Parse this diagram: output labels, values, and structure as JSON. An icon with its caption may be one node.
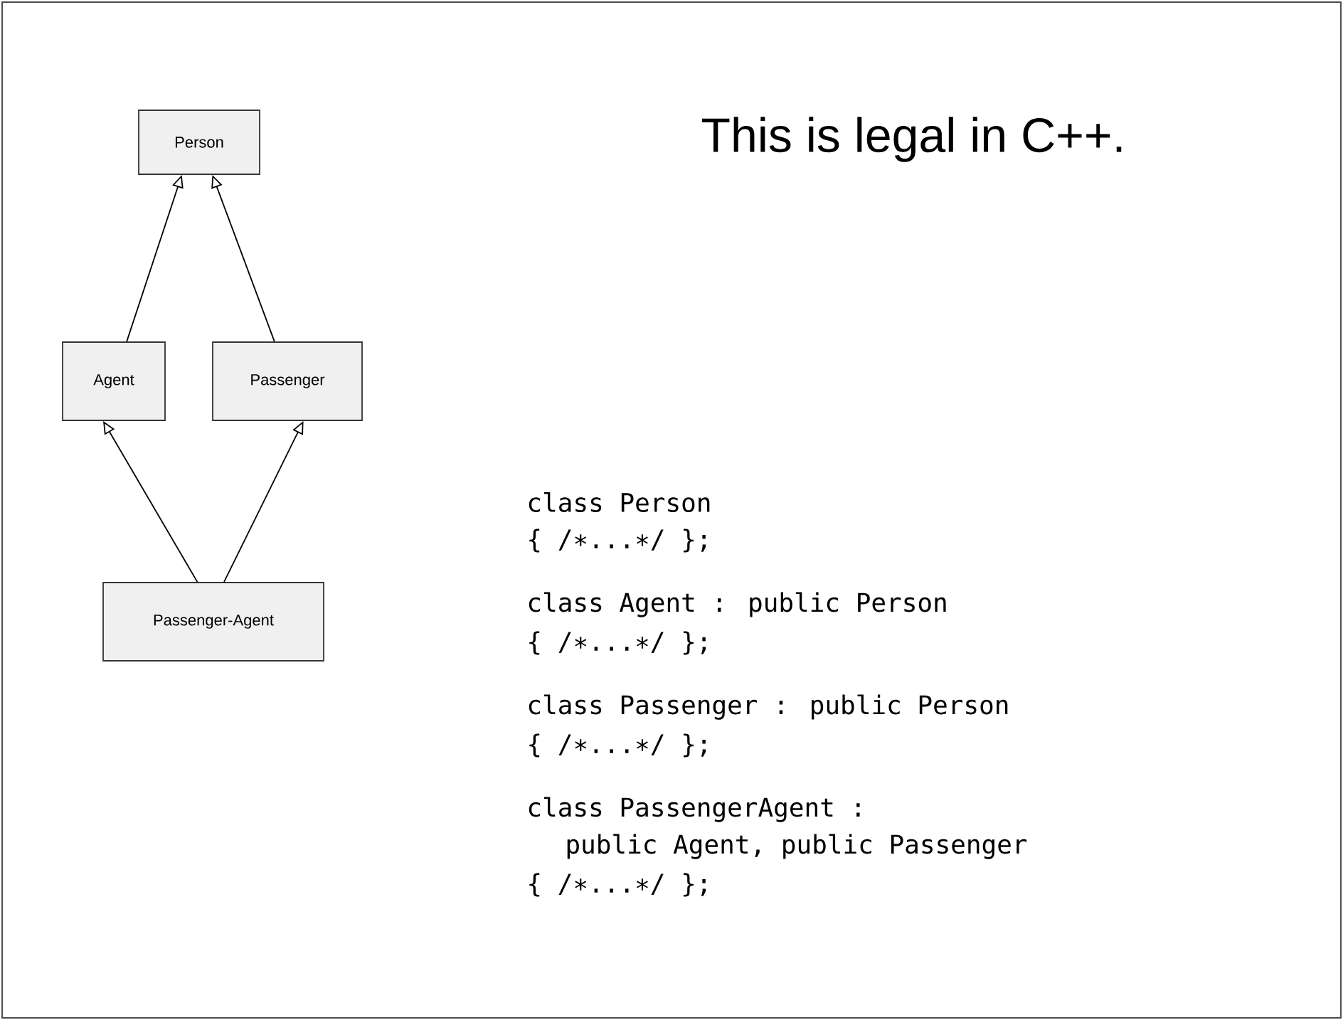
{
  "diagram": {
    "title": "This is legal in C++.",
    "nodes": [
      {
        "text": [
          "Person"
        ]
      },
      {
        "text": [
          "Agent"
        ]
      },
      {
        "text": [
          "Passenger"
        ]
      },
      {
        "text": [
          "Passenger-Agent"
        ]
      }
    ],
    "edges": [
      {
        "from": 1,
        "to": 0,
        "arrow": "to"
      },
      {
        "from": 2,
        "to": 0,
        "arrow": "to"
      },
      {
        "from": 3,
        "to": 1,
        "arrow": "to"
      },
      {
        "from": 3,
        "to": 2,
        "arrow": "to"
      }
    ],
    "labels": [
      "class Person",
      "{ /∗...∗/ };",
      "class Agent : public Person",
      "{ /∗...∗/ };",
      "class Passenger : public Person",
      "{ /∗...∗/ };",
      "class PassengerAgent :",
      "public Agent, public Passenger",
      "{ /∗...∗/ };"
    ]
  }
}
